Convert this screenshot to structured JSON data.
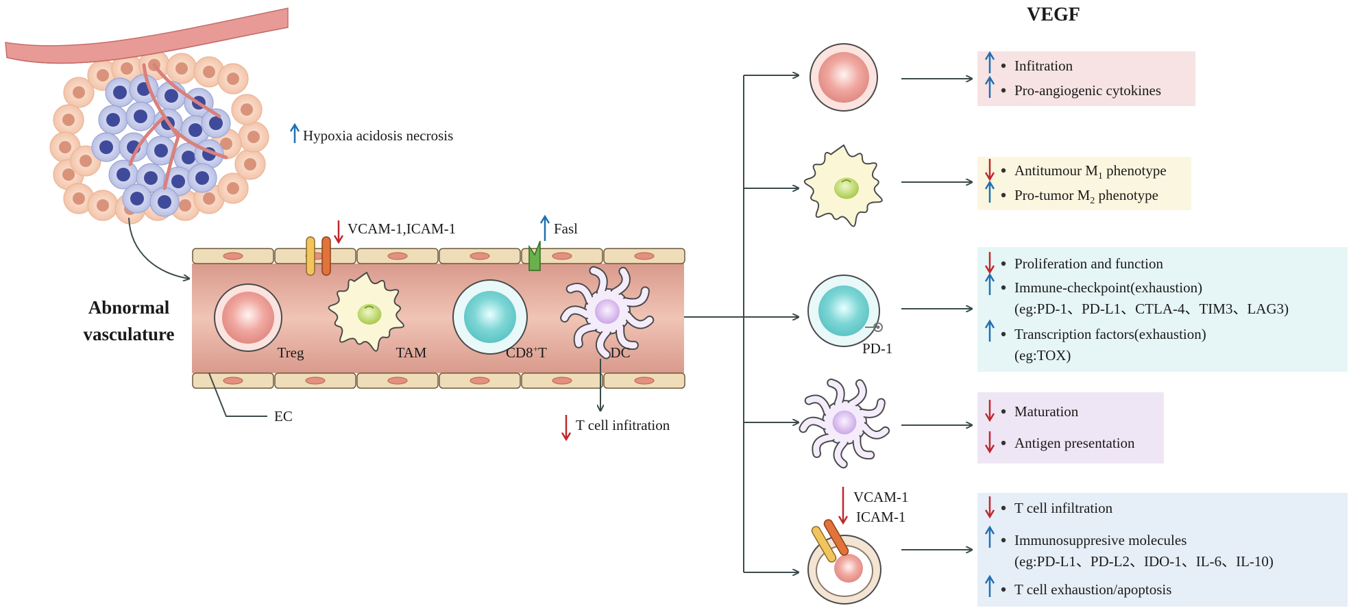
{
  "header": {
    "title": "VEGF"
  },
  "left": {
    "hypoxia": "Hypoxia acidosis necrosis",
    "abnormal_line1": "Abnormal",
    "abnormal_line2": "vasculature",
    "vcam_icam": "VCAM-1,ICAM-1",
    "fasl": "Fasl",
    "ec": "EC",
    "t_cell_infiltration": "T cell infitration",
    "vessel_cells": {
      "treg": "Treg",
      "tam": "TAM",
      "cd8_main": "CD8",
      "cd8_sup": "+",
      "cd8_t": "T",
      "dc": "DC"
    }
  },
  "right": {
    "pd1_label": "PD-1",
    "endo_labels": {
      "vcam": "VCAM-1",
      "icam": "ICAM-1"
    },
    "boxes": [
      {
        "id": "treg",
        "color": "#f7e3e3",
        "items": [
          {
            "dir": "up",
            "text": "Infitration"
          },
          {
            "dir": "up",
            "text": "Pro-angiogenic cytokines"
          }
        ]
      },
      {
        "id": "tam",
        "color": "#fbf6df",
        "items": [
          {
            "dir": "down",
            "pre": "Antitumour M",
            "sub": "1",
            "post": " phenotype"
          },
          {
            "dir": "up",
            "pre": "Pro-tumor M",
            "sub": "2",
            "post": " phenotype"
          }
        ]
      },
      {
        "id": "cd8",
        "color": "#e6f5f5",
        "items": [
          {
            "dir": "down",
            "text": "Proliferation and function"
          },
          {
            "dir": "up",
            "text": "Immune-checkpoint(exhaustion)",
            "sub_text": "(eg:PD-1、PD-L1、CTLA-4、TIM3、LAG3)"
          },
          {
            "dir": "up",
            "text": "Transcription factors(exhaustion)",
            "sub_text": "(eg:TOX)"
          }
        ]
      },
      {
        "id": "dc",
        "color": "#efe6f5",
        "items": [
          {
            "dir": "down",
            "text": "Maturation"
          },
          {
            "dir": "down",
            "text": "Antigen presentation"
          }
        ]
      },
      {
        "id": "ec",
        "color": "#e6eef7",
        "items": [
          {
            "dir": "down",
            "text": "T cell infiltration"
          },
          {
            "dir": "up",
            "text": "Immunosuppresive molecules",
            "sub_text": "(eg:PD-L1、PD-L2、IDO-1、IL-6、IL-10)"
          },
          {
            "dir": "up",
            "text": "T cell exhaustion/apoptosis"
          }
        ]
      }
    ]
  },
  "colors": {
    "up": "#1f6fb2",
    "down": "#c0262c",
    "vessel": "#e8b4a4",
    "line": "#3a4a4a"
  },
  "icons": [
    "up-arrow-icon",
    "down-arrow-icon",
    "tumor-cells-icon",
    "blood-vessel-icon",
    "treg-cell-icon",
    "macrophage-icon",
    "cd8-cell-icon",
    "dendritic-cell-icon",
    "endothelial-cell-icon"
  ]
}
